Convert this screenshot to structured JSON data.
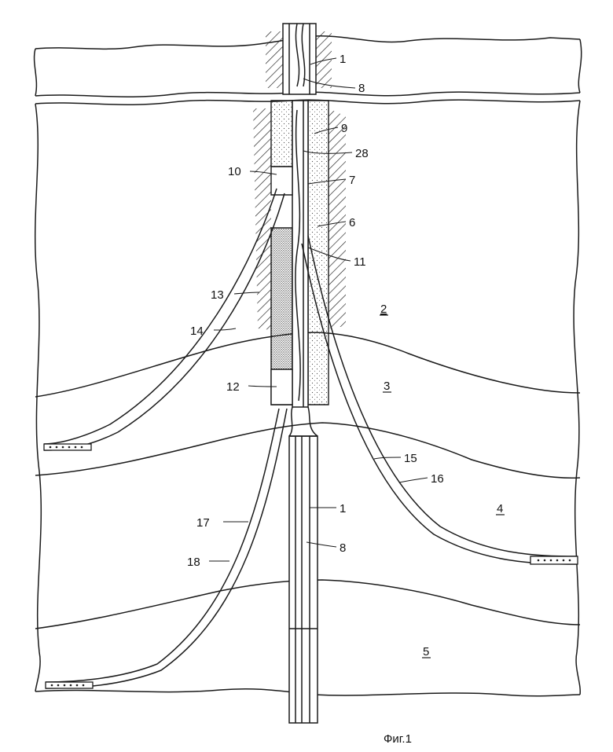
{
  "figure": {
    "caption": "Фиг.1",
    "colors": {
      "line": "#1a1a1a",
      "background": "#ffffff",
      "stipple": "#444444"
    }
  },
  "labels": {
    "casing_top": "1",
    "inner_top": "8",
    "item_9": "9",
    "item_28": "28",
    "item_10": "10",
    "item_7": "7",
    "item_6": "6",
    "item_11": "11",
    "item_13": "13",
    "item_14": "14",
    "item_12": "12",
    "item_15": "15",
    "item_16": "16",
    "casing_bottom": "1",
    "inner_bottom": "8",
    "item_17": "17",
    "item_18": "18"
  },
  "zones": {
    "zone_2": "2",
    "zone_3": "3",
    "zone_4": "4",
    "zone_5": "5"
  }
}
